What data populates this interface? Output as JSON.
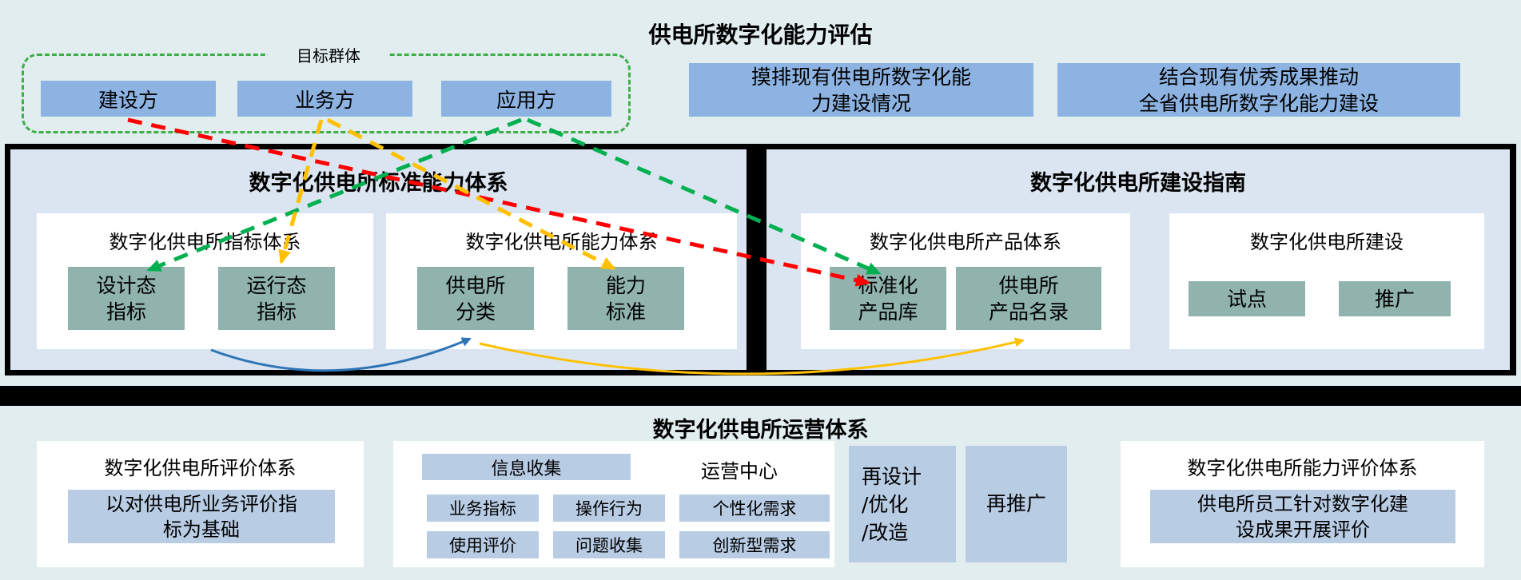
{
  "title": "供电所数字化能力评估",
  "target_group": {
    "label": "目标群体",
    "items": [
      {
        "label": "建设方"
      },
      {
        "label": "业务方"
      },
      {
        "label": "应用方"
      }
    ]
  },
  "notes": [
    {
      "line1": "摸排现有供电所数字化能",
      "line2": "力建设情况"
    },
    {
      "line1": "结合现有优秀成果推动",
      "line2": "全省供电所数字化能力建设"
    }
  ],
  "standard_panel": {
    "title": "数字化供电所标准能力体系",
    "indicator_card": {
      "title": "数字化供电所指标体系",
      "items": [
        {
          "line1": "设计态",
          "line2": "指标"
        },
        {
          "line1": "运行态",
          "line2": "指标"
        }
      ]
    },
    "capability_card": {
      "title": "数字化供电所能力体系",
      "items": [
        {
          "line1": "供电所",
          "line2": "分类"
        },
        {
          "line1": "能力",
          "line2": "标准"
        }
      ]
    }
  },
  "guide_panel": {
    "title": "数字化供电所建设指南",
    "product_card": {
      "title": "数字化供电所产品体系",
      "items": [
        {
          "line1": "标准化",
          "line2": "产品库"
        },
        {
          "line1": "供电所",
          "line2": "产品名录"
        }
      ]
    },
    "construction_card": {
      "title": "数字化供电所建设",
      "items": [
        {
          "label": "试点"
        },
        {
          "label": "推广"
        }
      ]
    }
  },
  "operation_section": {
    "title": "数字化供电所运营体系",
    "evaluation_card": {
      "title": "数字化供电所评价体系",
      "box": {
        "line1": "以对供电所业务评价指",
        "line2": "标为基础"
      }
    },
    "ops_center_card": {
      "header": "信息收集",
      "label": "运营中心",
      "row1": [
        "业务指标",
        "操作行为",
        "个性化需求"
      ],
      "row2": [
        "使用评价",
        "问题收集",
        "创新型需求"
      ]
    },
    "redesign_box": {
      "line1": "再设计",
      "line2": "/优化",
      "line3": "/改造"
    },
    "repromote_box": {
      "label": "再推广"
    },
    "capability_eval_card": {
      "title": "数字化供电所能力评价体系",
      "box": {
        "line1": "供电所员工针对数字化建",
        "line2": "设成果开展评价"
      }
    }
  },
  "colors": {
    "background": "#e1edef",
    "primary_blue": "#8db3e2",
    "teal": "#90b3ad",
    "light_blue": "#b8cce4",
    "panel_blue": "#dbe5f1",
    "outline_green": "#3fae49",
    "arrow_red": "#ff0000",
    "arrow_green": "#00b050",
    "arrow_yellow": "#ffc000",
    "arrow_blue": "#2e75b6"
  }
}
